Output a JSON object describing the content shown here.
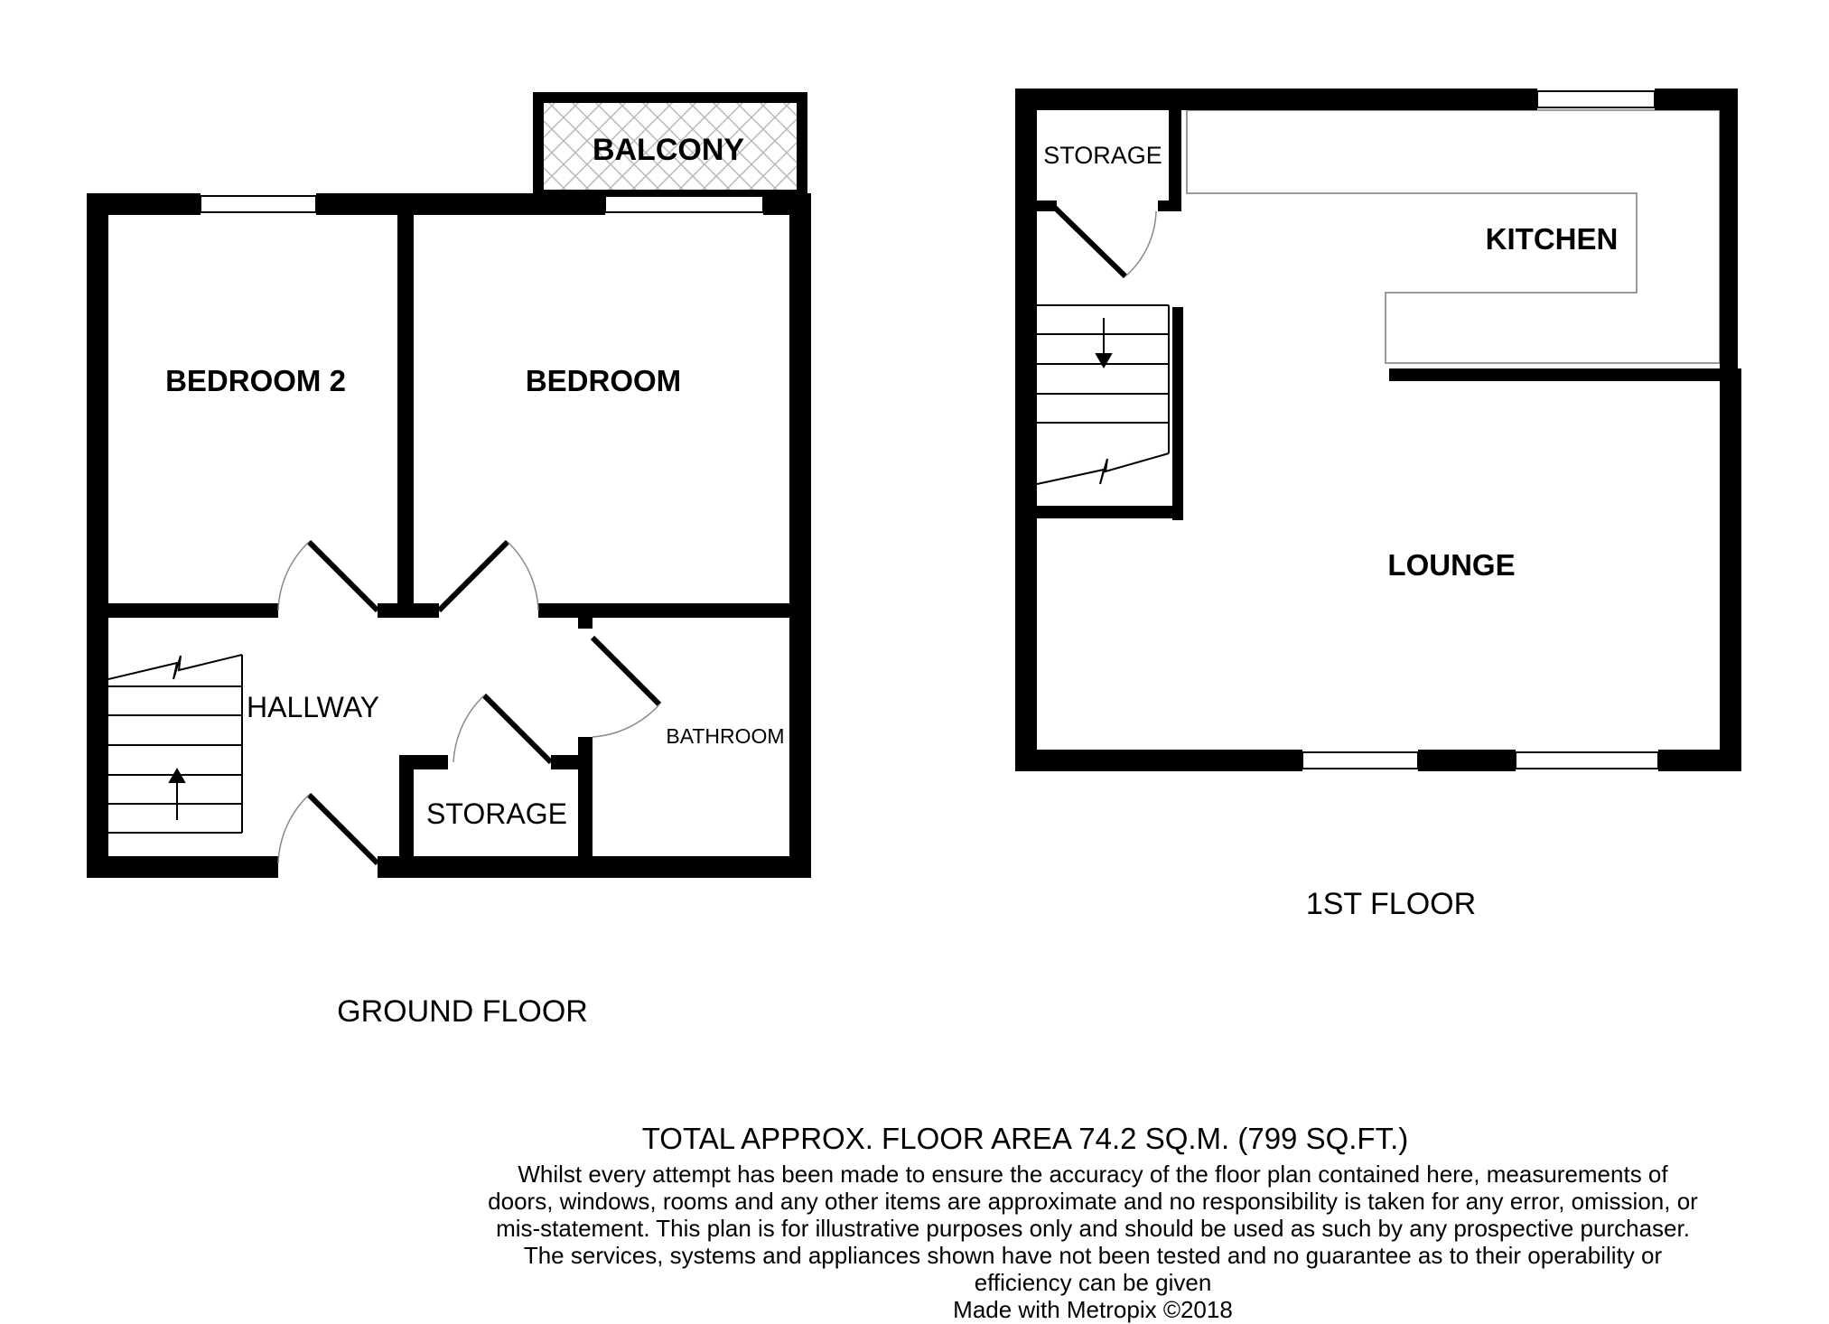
{
  "ground_floor": {
    "label": "GROUND FLOOR",
    "rooms": {
      "balcony": "BALCONY",
      "bedroom_2": "BEDROOM 2",
      "bedroom": "BEDROOM",
      "hallway": "HALLWAY",
      "storage": "STORAGE",
      "bathroom": "BATHROOM"
    }
  },
  "first_floor": {
    "label": "1ST FLOOR",
    "rooms": {
      "storage": "STORAGE",
      "kitchen": "KITCHEN",
      "lounge": "LOUNGE"
    }
  },
  "footer": {
    "total_area": "TOTAL APPROX. FLOOR AREA 74.2 SQ.M. (799 SQ.FT.)",
    "disclaimer": "Whilst every attempt has been made to ensure the accuracy of the floor plan contained here, measurements of doors, windows, rooms and any other items are approximate and no responsibility is taken for any error, omission, or mis-statement. This plan is for illustrative purposes only and should be used as such by any prospective purchaser. The services, systems and appliances shown have not been tested and no guarantee as to their operability or efficiency can be given",
    "credit": "Made with Metropix ©2018"
  },
  "colors": {
    "wall": "#000000",
    "fixture": "#9a9a9a",
    "background": "#ffffff"
  }
}
